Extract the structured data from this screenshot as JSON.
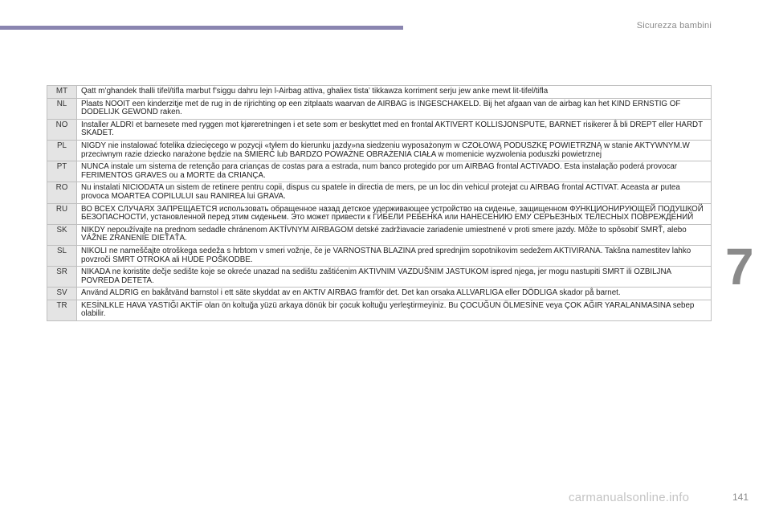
{
  "header": {
    "section_title": "Sicurezza bambini",
    "chapter_number": "7",
    "page_number": "141"
  },
  "watermark": "carmanualsonline.info",
  "colors": {
    "accent_bar": "#8a85b0",
    "code_cell_bg": "#e4e4e4"
  },
  "table": {
    "rows": [
      {
        "code": "MT",
        "text": "Qatt m’ghandek thalli tifel/tifla marbut f’siggu dahru lejn l-Airbag attiva, ghaliex tista’ tikkawza korriment serju jew anke mewt lit-tifel/tifla"
      },
      {
        "code": "NL",
        "text": "Plaats NOOIT een kinderzitje met de rug in de rijrichting op een zitplaats waarvan de AIRBAG is INGESCHAKELD. Bij het afgaan van de airbag kan het KIND ERNSTIG OF DODELIJK GEWOND raken."
      },
      {
        "code": "NO",
        "text": "Installer ALDRI et barnesete med ryggen mot kjøreretningen i et sete som er beskyttet med en frontal  AKTIVERT KOLLISJONSPUTE, BARNET risikerer å bli DREPT eller HARDT SKADET."
      },
      {
        "code": "PL",
        "text": "NIGDY nie instalować fotelika dziecięcego w pozycji «tyłem do kierunku jazdy»na siedzeniu wyposażonym w  CZOŁOWĄ PODUSZKĘ POWIETRZNĄ w stanie AKTYWNYM.W przeciwnym razie dziecko narażone będzie na ŚMIERĆ lub BARDZO POWAŻNE OBRAŻENIA CIAŁA w momenicie wyzwolenia poduszki powietrznej"
      },
      {
        "code": "PT",
        "text": "NUNCA instale um sistema de retenção para crianças de costas para a estrada, num banco protegido por um AIRBAG frontal ACTIVADO. Esta instalação poderá provocar FERIMENTOS GRAVES ou a MORTE da CRIANÇA."
      },
      {
        "code": "RO",
        "text": "Nu instalati NICIODATA un sistem de retinere pentru copii, dispus cu spatele in directia de mers, pe un loc din vehicul protejat cu AIRBAG frontal ACTIVAT. Aceasta ar putea provoca MOARTEA COPILULUI sau RANIREA lui GRAVA."
      },
      {
        "code": "RU",
        "text": "ВО ВСЕХ СЛУЧАЯХ ЗАПРЕЩАЕТСЯ использовать обращенное назад детское удерживающее устройство на сиденье, защищенном ФУНКЦИОНИРУЮЩЕЙ ПОДУШКОЙ БЕЗОПАСНОСТИ, установленной перед этим сиденьем. Это может привести к ГИБЕЛИ РЕБЕНКА или НАНЕСЕНИЮ ЕМУ СЕРЬЕЗНЫХ ТЕЛЕСНЫХ ПОВРЕЖДЕНИЙ"
      },
      {
        "code": "SK",
        "text": "NIKDY nepoužívajte na prednom sedadle chránenom AKTÍVNYM AIRBAGOM detské zadržiavacie zariadenie umiestnené v proti smere jazdy. Môže to spôsobiť SMRŤ, alebo VÁŽNE ZRANENIE DIEŤAŤA."
      },
      {
        "code": "SL",
        "text": "NIKOLI ne nameščajte otroškega sedeža s hrbtom v smeri vožnje, če je VARNOSTNA BLAZINA pred sprednjim sopotnikovim sedežem AKTIVIRANA. Takšna namestitev lahko povzroči SMRT OTROKA ali HUDE POŠKODBE."
      },
      {
        "code": "SR",
        "text": "NIKADA ne koristite dečje sedište koje se okreće unazad na sedištu zaštićenim AKTIVNIM VAZDUŠNIM JASTUKOM ispred njega, jer mogu nastupiti SMRT ili OZBILJNA POVREDA DETETA."
      },
      {
        "code": "SV",
        "text": "Använd ALDRIG en bakåtvänd barnstol i ett säte skyddat av en AKTIV AIRBAG framför det. Det kan orsaka ALLVARLIGA eller DÖDLIGA skador på barnet."
      },
      {
        "code": "TR",
        "text": "KESİNLKLE HAVA YASTIĞI AKTİF olan ön koltuğa yüzü arkaya dönük bir çocuk koltuğu yerleştirmeyiniz. Bu ÇOCUĞUN ÖLMESİNE veya ÇOK AĞIR YARALANMASINA sebep olabilir."
      }
    ]
  }
}
